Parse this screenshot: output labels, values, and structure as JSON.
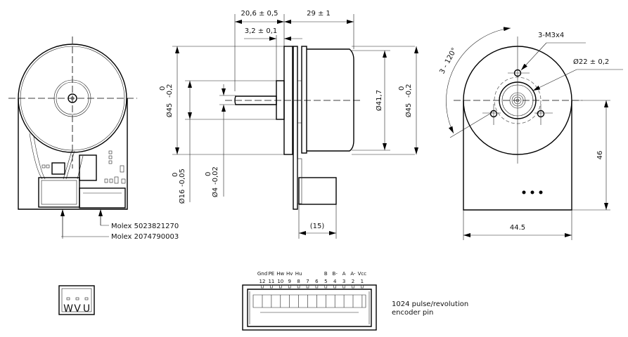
{
  "front_view": {
    "connector_1": "Molex 5023821270",
    "connector_2": "Molex 2074790003"
  },
  "side_view": {
    "dim_length_total": "20,6 ± 0,5",
    "dim_body_length": "29 ± 1",
    "dim_flange": "3,2 ± 0,1",
    "dim_flange_dia": "Ø45",
    "dim_flange_dia_tol_upper": "0",
    "dim_flange_dia_tol_lower": "-0,2",
    "dim_hub_dia": "Ø16",
    "dim_hub_tol_upper": "0",
    "dim_hub_tol_lower": "-0,05",
    "dim_shaft_dia": "Ø4",
    "dim_shaft_tol_upper": "0",
    "dim_shaft_tol_lower": "-0,02",
    "dim_body_dia": "Ø41,7",
    "dim_body_outer_dia": "Ø45",
    "dim_body_outer_tol_upper": "0",
    "dim_body_outer_tol_lower": "-0,2",
    "dim_connector": "(15)"
  },
  "rear_view": {
    "holes": "3-M3x4",
    "angle": "3 - 120°",
    "pcd": "Ø22 ± 0,2",
    "height": "46",
    "width": "44.5"
  },
  "motor_connector": {
    "pins": [
      "W",
      "V",
      "U"
    ]
  },
  "encoder_connector": {
    "pin_names": [
      "Gnd",
      "PE",
      "Hw",
      "Hv",
      "Hu",
      "",
      "",
      "B",
      "B-",
      "A",
      "A-",
      "Vcc"
    ],
    "pin_numbers": [
      "12",
      "11",
      "10",
      "9",
      "8",
      "7",
      "6",
      "5",
      "4",
      "3",
      "2",
      "1"
    ],
    "note_line1": "1024 pulse/revolution",
    "note_line2": "encoder pin"
  }
}
